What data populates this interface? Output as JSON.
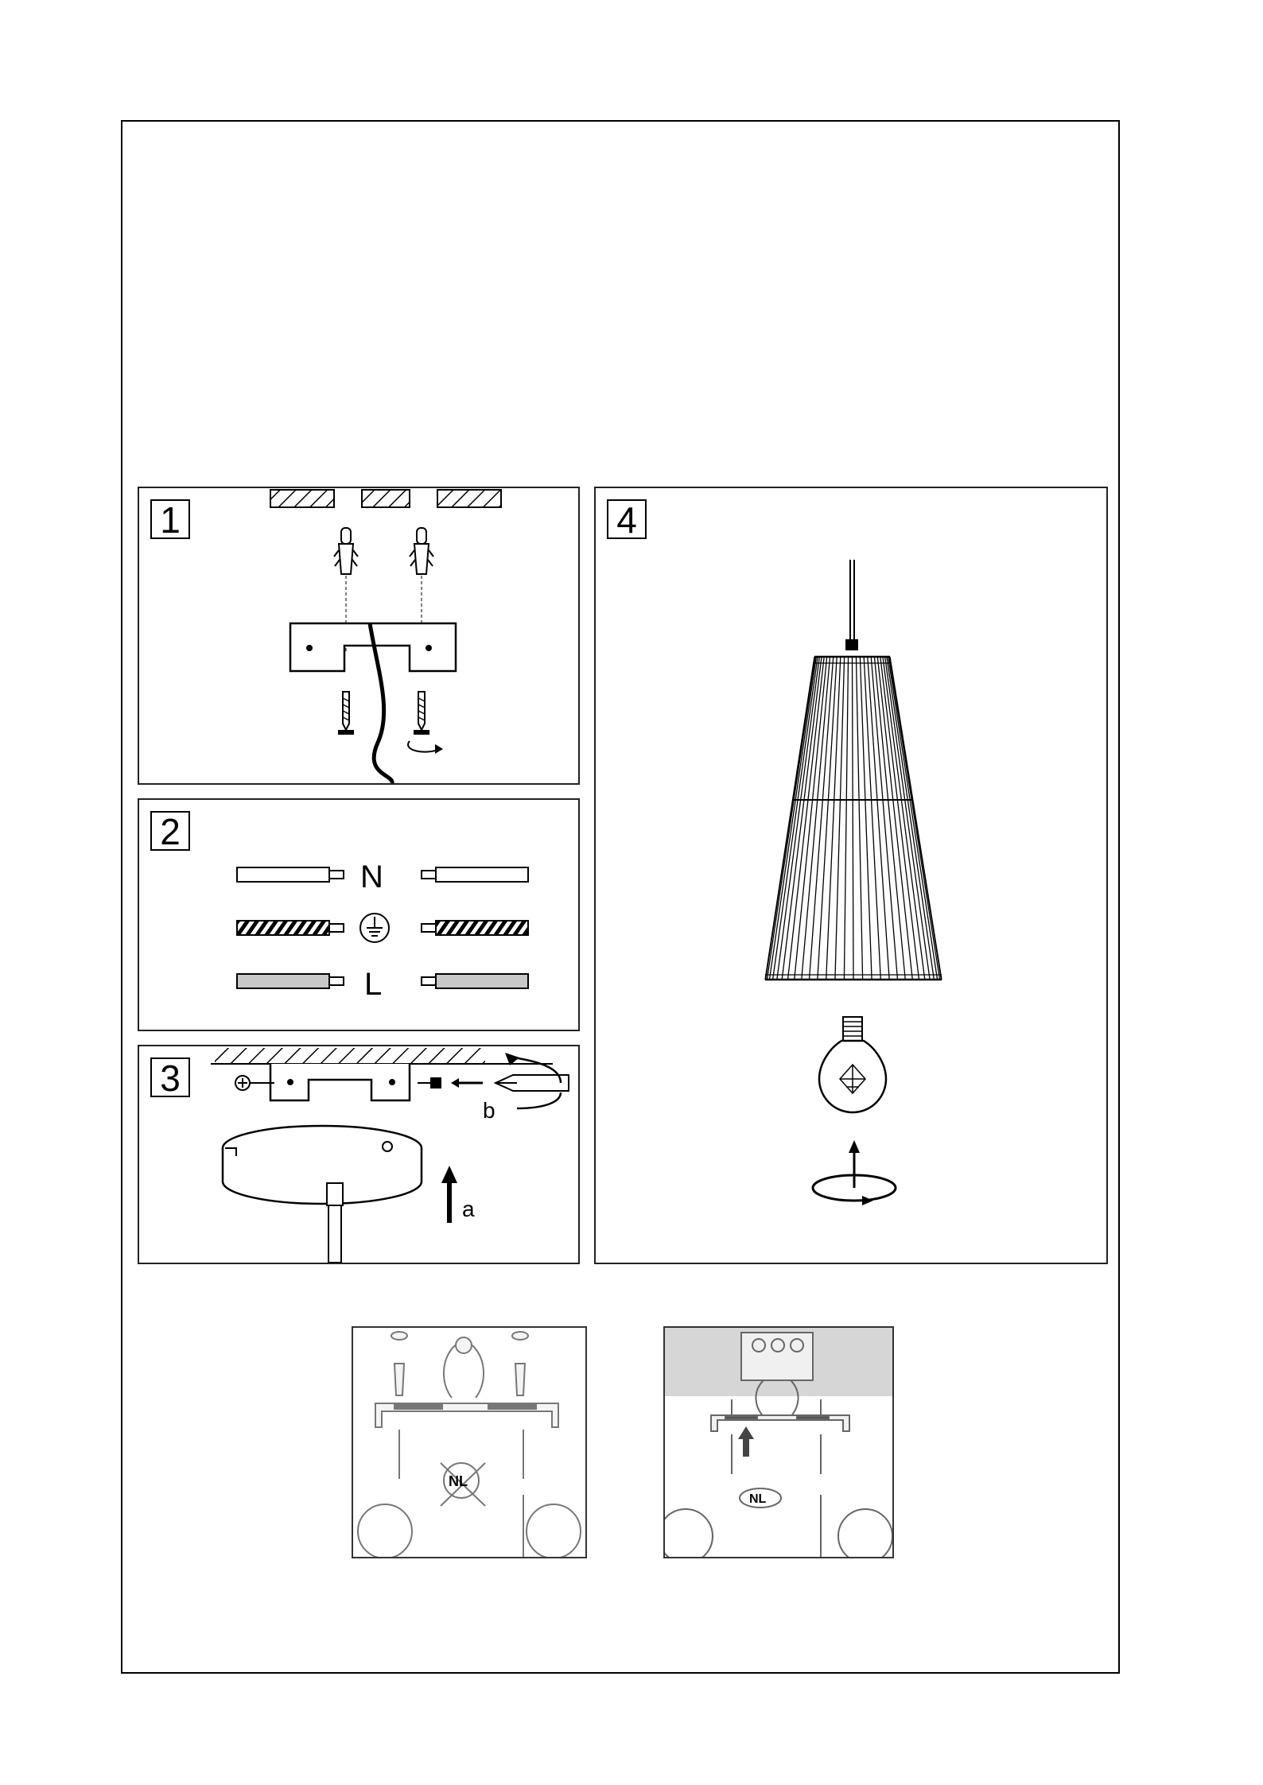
{
  "steps": [
    {
      "number": "1"
    },
    {
      "number": "2",
      "wires": {
        "neutral": "N",
        "live": "L"
      }
    },
    {
      "number": "3",
      "arrow_a": "a",
      "arrow_b": "b"
    },
    {
      "number": "4"
    }
  ],
  "thumbnails": [
    {
      "badge": "NL"
    },
    {
      "badge": "NL"
    }
  ],
  "colors": {
    "ink": "#000000",
    "live_wire_fill": "#c8c8c8",
    "thumb_ceiling": "#d6d6d6"
  },
  "icons": [
    "wall-plug-icon",
    "screw-icon",
    "earth-symbol-icon",
    "screwdriver-icon",
    "bulb-icon",
    "rotate-arrow-icon",
    "up-arrow-icon"
  ]
}
